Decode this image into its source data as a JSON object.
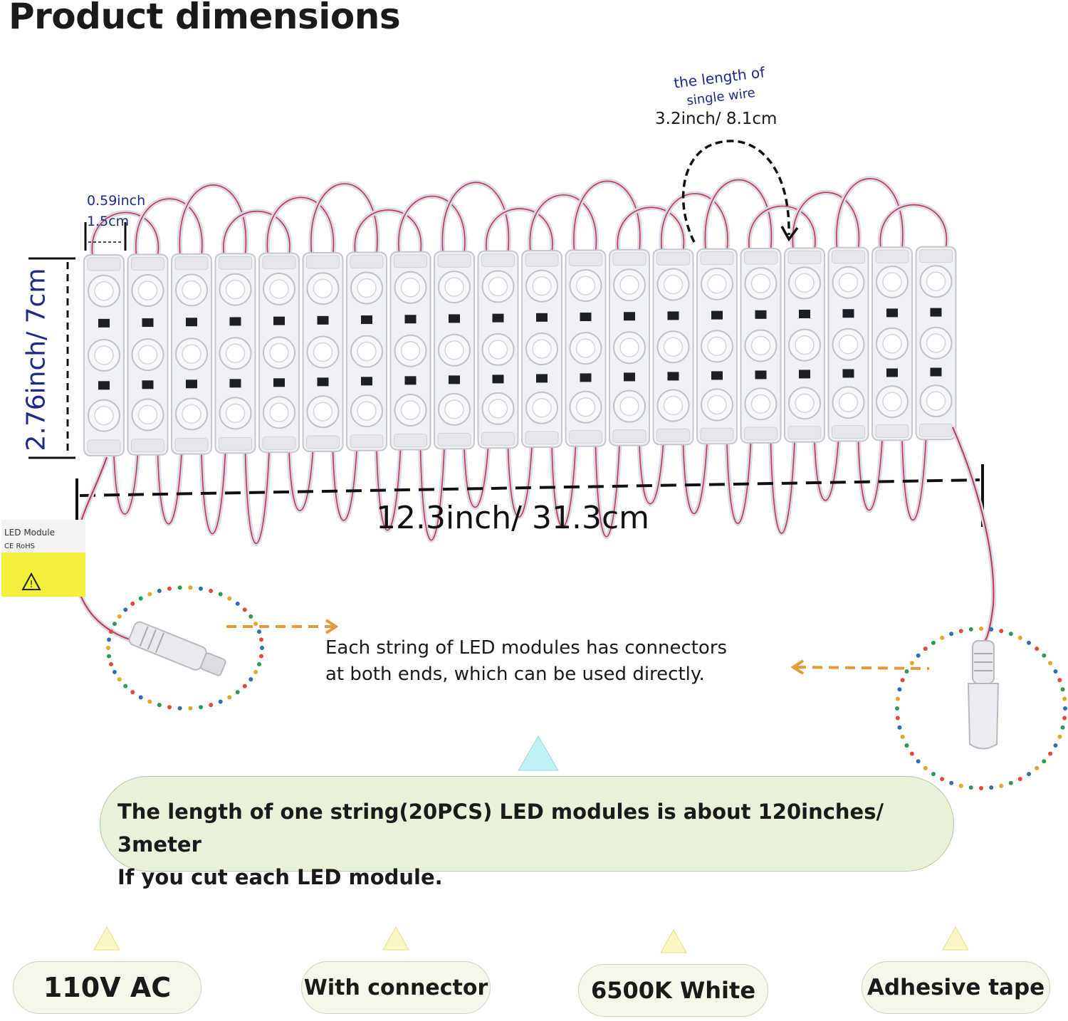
{
  "title": "Product dimensions",
  "wire": {
    "caption": "the length of single wire",
    "caption_line1": "the length of",
    "caption_line2": "single wire",
    "length": "3.2inch/ 8.1cm"
  },
  "module_width": {
    "inch": "0.59inch",
    "cm": "1.5cm"
  },
  "module_height": "2.76inch/ 7cm",
  "string_span": "12.3inch/ 31.3cm",
  "module_count": 20,
  "tag": {
    "line1": "LED Module",
    "line2": "CE RoHS"
  },
  "connector_note": {
    "line1": "Each string of LED modules has connectors",
    "line2": "at both ends, which can be used directly."
  },
  "banner": {
    "line1": "The length of one string(20PCS) LED modules is about 120inches/ 3meter",
    "line2": "If you cut each LED module."
  },
  "features": [
    "110V AC",
    "With connector",
    "6500K White",
    "Adhesive tape"
  ],
  "colors": {
    "dim_blue": "#1b2a8c",
    "banner_bg": "#e8f2d8",
    "arrow_orange": "#e79a3a",
    "triangle_cyan": "#bff3f3",
    "triangle_yellow": "#fbf7c4",
    "tag_yellow": "#f2f03a"
  }
}
